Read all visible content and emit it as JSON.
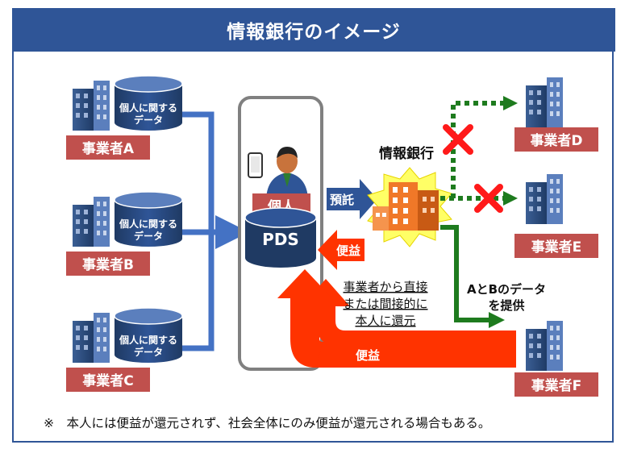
{
  "title": "情報銀行のイメージ",
  "businesses": {
    "a": "事業者A",
    "b": "事業者B",
    "c": "事業者C",
    "d": "事業者D",
    "e": "事業者E",
    "f": "事業者F"
  },
  "personal_data_line1": "個人に関する",
  "personal_data_line2": "データ",
  "individual": "個人",
  "pds": "PDS",
  "deposit": "預託",
  "benefit": "便益",
  "info_bank": "情報銀行",
  "provide_line1": "AとBのデータ",
  "provide_line2": "を提供",
  "return_line1": "事業者から直接",
  "return_line2": "または間接的に",
  "return_line3": "本人に還元",
  "footnote": "※　本人には便益が還元されず、社会全体にのみ便益が還元される場合もある。",
  "colors": {
    "title_bg": "#2f5597",
    "business_label": "#c0504d",
    "flow_blue": "#4472c4",
    "benefit_red": "#ff3300",
    "provide_green": "#1e7b1e",
    "bank_orange": "#f07828"
  }
}
